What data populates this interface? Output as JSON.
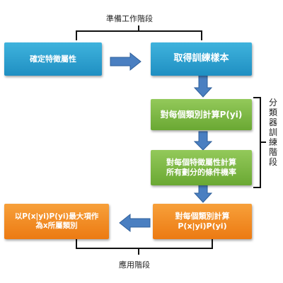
{
  "phases": {
    "prep": "準備工作階段",
    "training": "分類器訓練階段",
    "application": "應用階段"
  },
  "nodes": {
    "determine_features": "確定特徵屬性",
    "get_samples": "取得訓練樣本",
    "calc_pyi": "對每個類別計算P(yi)",
    "calc_cond_prob": "對每個特徵屬性計算\n所有劃分的條件機率",
    "calc_pxyi": "對每個類別計算\nP(x|yi)P(yi)",
    "result": "以P(x|yi)P(yi)最大項作\n為x所屬類別"
  },
  "colors": {
    "blue": "#2aa1d3",
    "green": "#7db843",
    "orange": "#f08a20",
    "arrow": "#4a7fc1"
  }
}
